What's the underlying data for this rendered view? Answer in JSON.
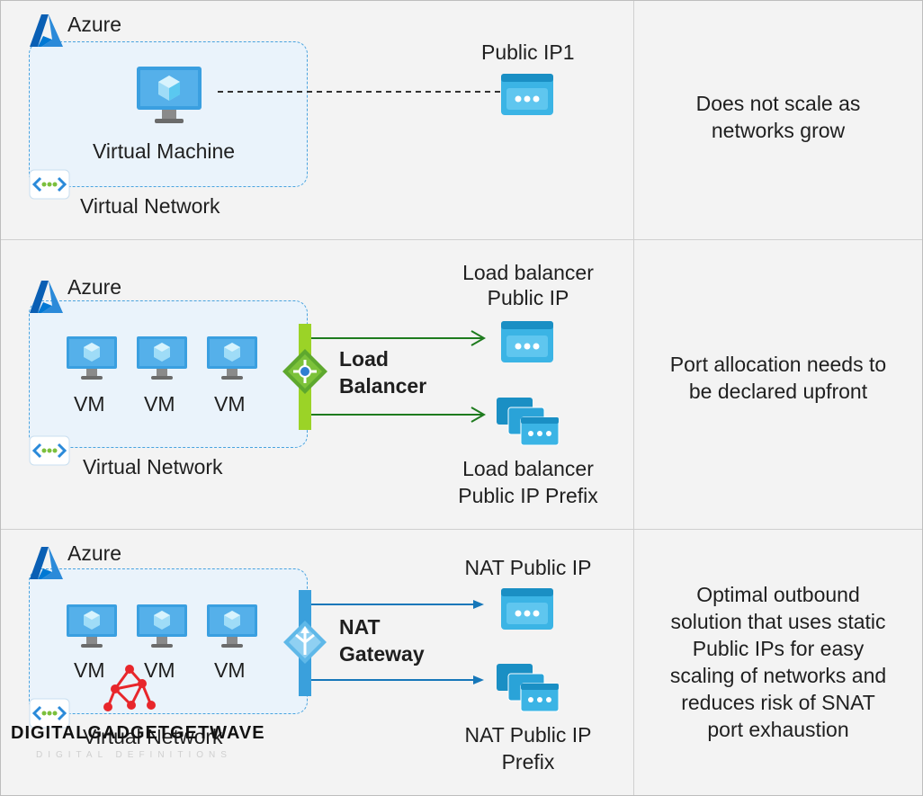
{
  "rows": [
    {
      "azure_label": "Azure",
      "vm_label": "Virtual Machine",
      "vnet_label": "Virtual Network",
      "ip_label": "Public IP1",
      "description": "Does not scale as networks grow"
    },
    {
      "azure_label": "Azure",
      "vm_labels": [
        "VM",
        "VM",
        "VM"
      ],
      "vnet_label": "Virtual Network",
      "gateway_label_1": "Load",
      "gateway_label_2": "Balancer",
      "ip_label_1": "Load balancer",
      "ip_label_2": "Public IP",
      "prefix_label_1": "Load balancer",
      "prefix_label_2": "Public IP Prefix",
      "description_1": "Port allocation needs to",
      "description_2": "be declared upfront"
    },
    {
      "azure_label": "Azure",
      "vm_labels": [
        "VM",
        "VM",
        "VM"
      ],
      "vnet_label": "Virtual Network",
      "gateway_label_1": "NAT",
      "gateway_label_2": "Gateway",
      "ip_label": "NAT Public IP",
      "prefix_label_1": "NAT Public IP",
      "prefix_label_2": "Prefix",
      "description_lines": [
        "Optimal outbound",
        "solution that uses static",
        "Public IPs for easy",
        "scaling of networks and",
        "reduces risk of SNAT",
        "port exhaustion"
      ]
    }
  ],
  "watermark": {
    "brand": "DIGITALGADGETGETWAVE",
    "tagline": "DIGITAL DEFINITIONS"
  },
  "colors": {
    "azure_blue": "#0078d4",
    "vnet_border": "#49a3df",
    "ip_icon": "#3bb4e5",
    "lb_green": "#5ea82e",
    "arrow_green": "#1e7b1e",
    "arrow_blue": "#1677b9",
    "watermark_red": "#e8262b"
  }
}
